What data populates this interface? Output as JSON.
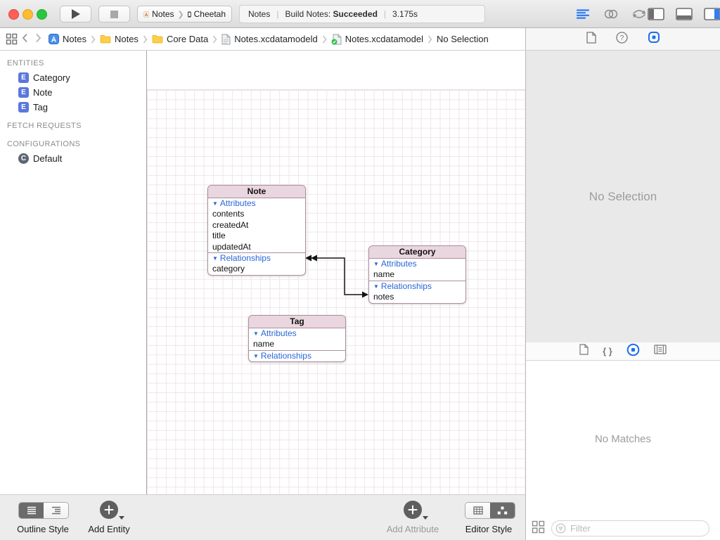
{
  "colors": {
    "traffic_red": "#ff5f57",
    "traffic_yellow": "#febc2e",
    "traffic_green": "#29c73f",
    "accent_blue": "#2f7cf6",
    "link_blue": "#2a65d8",
    "entity_header_pink": "#e9d6de",
    "entity_border_pink": "#ab8fa0"
  },
  "toolbar": {
    "scheme": {
      "project": "Notes",
      "destination": "Cheetah"
    },
    "status": {
      "project": "Notes",
      "separator": "|",
      "build_text": "Build Notes:",
      "build_result": "Succeeded",
      "duration": "3.175s"
    }
  },
  "jumpbar": {
    "items": [
      {
        "icon": "app-icon",
        "label": "Notes"
      },
      {
        "icon": "folder-icon",
        "label": "Notes"
      },
      {
        "icon": "folder-icon",
        "label": "Core Data"
      },
      {
        "icon": "model-file-icon",
        "label": "Notes.xcdatamodeld"
      },
      {
        "icon": "model-file-checked-icon",
        "label": "Notes.xcdatamodel"
      },
      {
        "icon": "none",
        "label": "No Selection"
      }
    ]
  },
  "sidebar": {
    "sections": [
      {
        "title": "ENTITIES",
        "items": [
          {
            "badge": "E",
            "label": "Category"
          },
          {
            "badge": "E",
            "label": "Note"
          },
          {
            "badge": "E",
            "label": "Tag"
          }
        ]
      },
      {
        "title": "FETCH REQUESTS",
        "items": []
      },
      {
        "title": "CONFIGURATIONS",
        "items": [
          {
            "badge": "C",
            "label": "Default"
          }
        ]
      }
    ]
  },
  "canvas": {
    "disclosure_glyph": "▼",
    "attributes_label": "Attributes",
    "relationships_label": "Relationships",
    "entities": [
      {
        "name": "Note",
        "attributes": [
          "contents",
          "createdAt",
          "title",
          "updatedAt"
        ],
        "relationships": [
          "category"
        ]
      },
      {
        "name": "Category",
        "attributes": [
          "name"
        ],
        "relationships": [
          "notes"
        ]
      },
      {
        "name": "Tag",
        "attributes": [
          "name"
        ],
        "relationships": []
      }
    ]
  },
  "inspector": {
    "empty_message": "No Selection"
  },
  "library": {
    "empty_message": "No Matches",
    "filter_placeholder": "Filter",
    "braces_glyph": "{ }"
  },
  "bottombar": {
    "outline_style_label": "Outline Style",
    "add_entity_label": "Add Entity",
    "add_attribute_label": "Add Attribute",
    "editor_style_label": "Editor Style"
  }
}
